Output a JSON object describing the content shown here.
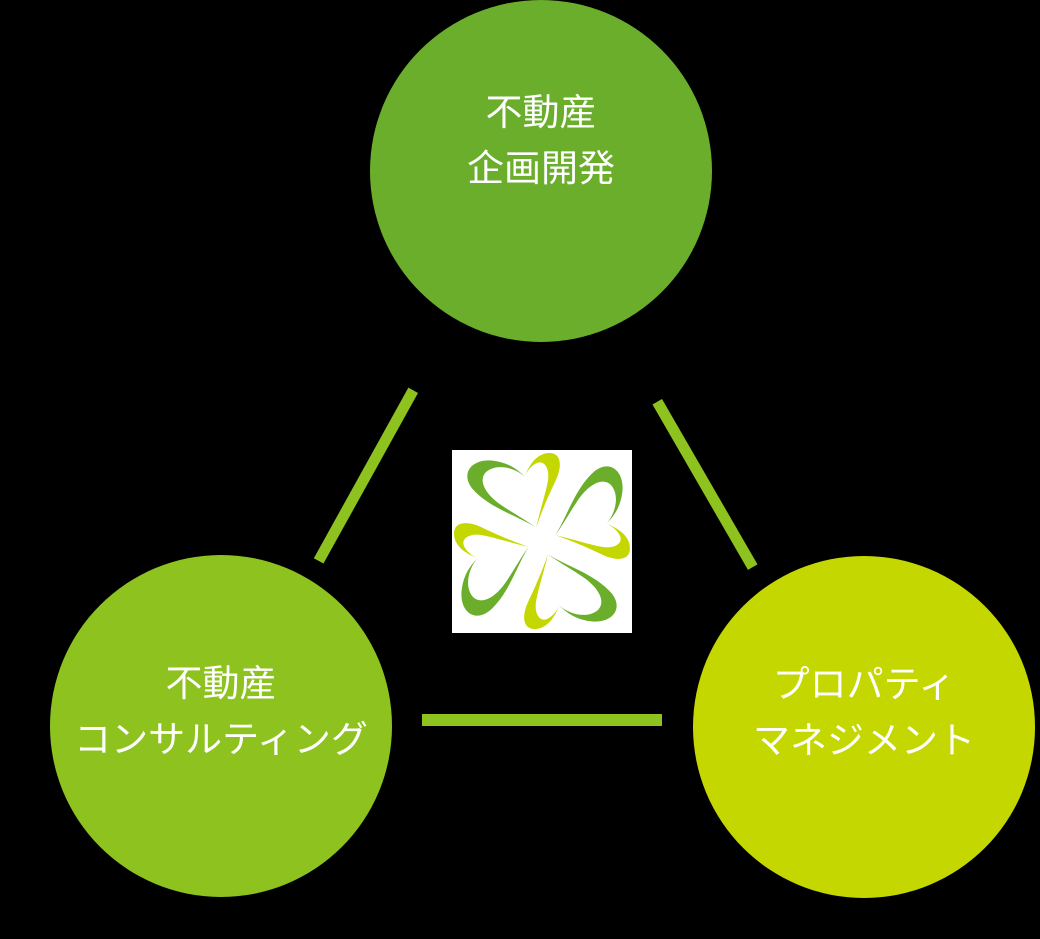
{
  "diagram": {
    "type": "triangle-cycle",
    "background": "#000000",
    "nodes": [
      {
        "id": "top",
        "lines": [
          "不動産",
          "企画開発"
        ],
        "color": "#6aae2c",
        "text_color": "#ffffff"
      },
      {
        "id": "left",
        "lines": [
          "不動産",
          "コンサルティング"
        ],
        "color": "#8dc21f",
        "text_color": "#ffffff"
      },
      {
        "id": "right",
        "lines": [
          "プロパティ",
          "マネジメント"
        ],
        "color": "#c5d700",
        "text_color": "#ffffff"
      }
    ],
    "connectors": [
      {
        "from": "top",
        "to": "left",
        "color": "#8dc21f"
      },
      {
        "from": "top",
        "to": "right",
        "color": "#8dc21f"
      },
      {
        "from": "left",
        "to": "right",
        "color": "#8dc21f"
      }
    ],
    "center_logo": {
      "icon": "four-leaf-clover-hearts-icon",
      "background": "#ffffff",
      "colors": {
        "dark_green": "#6aae2c",
        "light_green": "#c5d700"
      }
    }
  }
}
